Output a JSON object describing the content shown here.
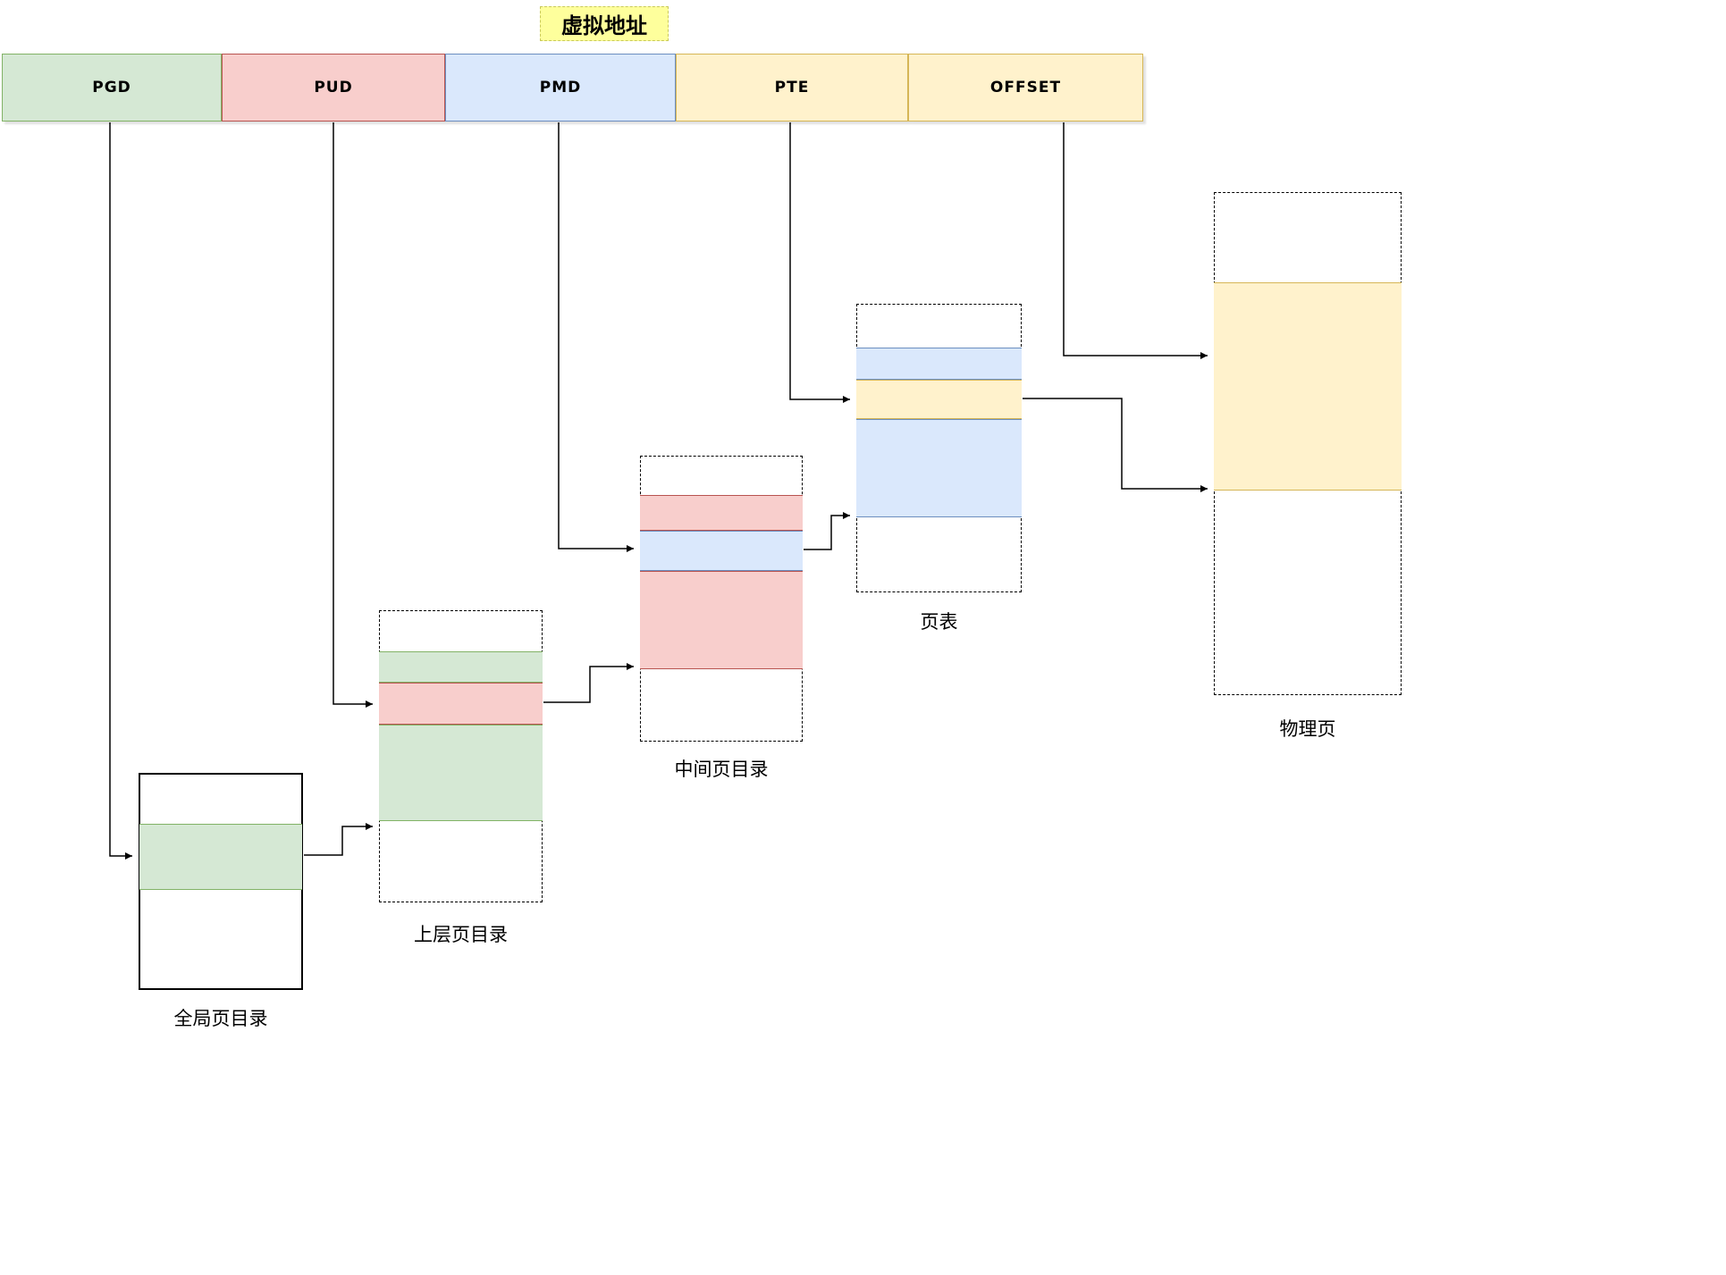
{
  "title": "虚拟地址",
  "address_bar": {
    "segments": [
      {
        "id": "pgd",
        "label": "PGD",
        "fill": "#d5e8d4",
        "stroke": "#82b366"
      },
      {
        "id": "pud",
        "label": "PUD",
        "fill": "#f8cecc",
        "stroke": "#b85450"
      },
      {
        "id": "pmd",
        "label": "PMD",
        "fill": "#dae8fc",
        "stroke": "#6c8ebf"
      },
      {
        "id": "pte",
        "label": "PTE",
        "fill": "#fff2cc",
        "stroke": "#d6b656"
      },
      {
        "id": "offset",
        "label": "OFFSET",
        "fill": "#fff2cc",
        "stroke": "#d6b656"
      }
    ]
  },
  "tables": {
    "pgd": {
      "label": "全局页目录"
    },
    "pud": {
      "label": "上层页目录"
    },
    "pmd": {
      "label": "中间页目录"
    },
    "pte": {
      "label": "页表"
    },
    "phys": {
      "label": "物理页"
    }
  },
  "colors": {
    "green_fill": "#d5e8d4",
    "green_stroke": "#82b366",
    "red_fill": "#f8cecc",
    "red_stroke": "#b85450",
    "blue_fill": "#dae8fc",
    "blue_stroke": "#6c8ebf",
    "yellow_fill": "#fff2cc",
    "yellow_stroke": "#d6b656",
    "title_bg": "#feff9c",
    "line": "#000000"
  }
}
